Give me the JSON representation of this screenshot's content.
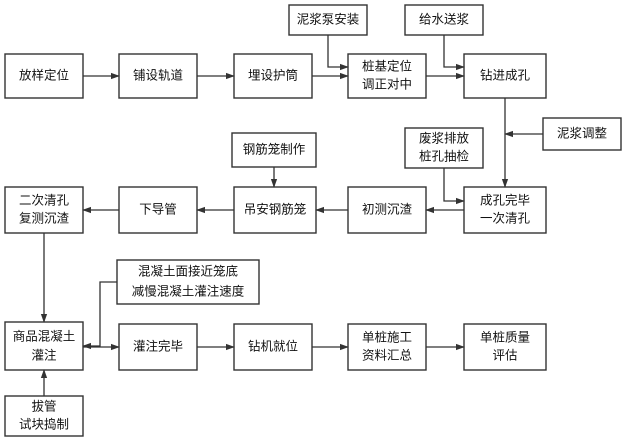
{
  "colors": {
    "stroke": "#333333",
    "text": "#111111",
    "background": "#ffffff"
  },
  "nodes": {
    "fangyang": [
      "放样定位"
    ],
    "pushe_guidao": [
      "铺设轨道"
    ],
    "maishe_hutong": [
      "埋设护筒"
    ],
    "niangjiang_beng": [
      "泥浆泵安装"
    ],
    "zhuangji": [
      "桩基定位",
      "调正对中"
    ],
    "geishui": [
      "给水送浆"
    ],
    "zuanjin": [
      "钻进成孔"
    ],
    "nijiang_tiaozheng": [
      "泥浆调整"
    ],
    "feijiang": [
      "废浆排放",
      "桩孔抽检"
    ],
    "chengkong": [
      "成孔完毕",
      "一次清孔"
    ],
    "chuce": [
      "初测沉渣"
    ],
    "gangjinlong_zhizuo": [
      "钢筋笼制作"
    ],
    "diaoan": [
      "吊安钢筋笼"
    ],
    "xiadaoguan": [
      "下导管"
    ],
    "erci": [
      "二次清孔",
      "复测沉渣"
    ],
    "hunningtu_note": [
      "混凝土面接近笼底",
      "减慢混凝土灌注速度"
    ],
    "shangpin": [
      "商品混凝土",
      "灌注"
    ],
    "guanzhu_wanbi": [
      "灌注完毕"
    ],
    "zuanji_jiuwei": [
      "钻机就位"
    ],
    "danzhuang_ziliao": [
      "单桩施工",
      "资料汇总"
    ],
    "danzhuang_zhiliang": [
      "单桩质量",
      "评估"
    ],
    "baguan": [
      "拔管",
      "试块捣制"
    ]
  }
}
